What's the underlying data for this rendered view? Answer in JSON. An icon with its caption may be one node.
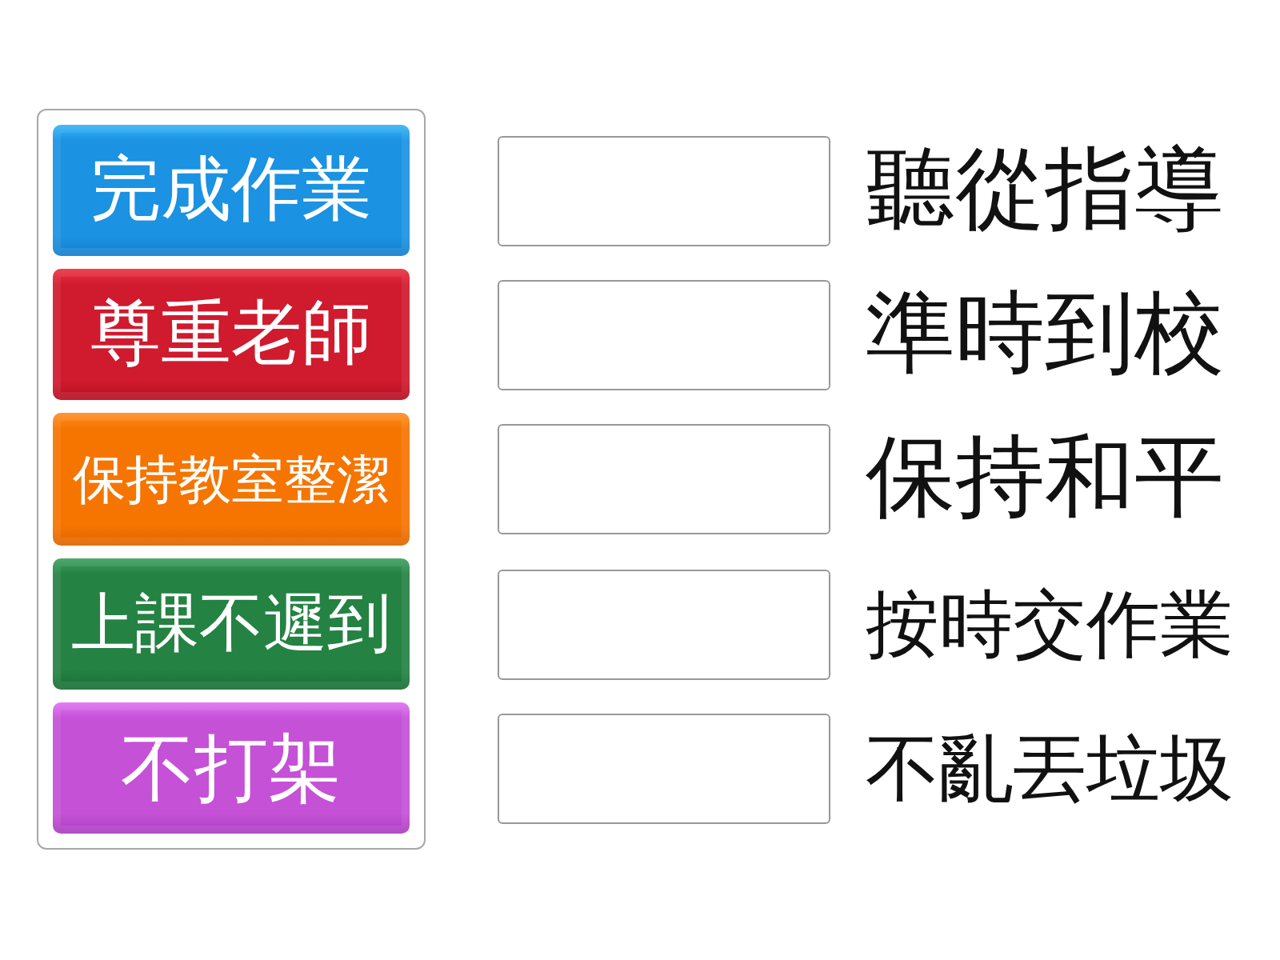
{
  "diagram": {
    "nodes": [
      {
        "text": [],
        "shape": "box"
      },
      {
        "text": [
          "完成作業"
        ],
        "in": 0
      },
      {
        "text": [
          "尊重老師"
        ],
        "in": 0
      },
      {
        "text": [
          "保持教室整潔"
        ],
        "in": 0
      },
      {
        "text": [
          "上課不遲到"
        ],
        "in": 0
      },
      {
        "text": [
          "不打架"
        ],
        "in": 0
      }
    ],
    "labels": [
      "聽從指導",
      "準時到校",
      "保持和平",
      "按時交作業",
      "不亂丟垃圾"
    ]
  }
}
